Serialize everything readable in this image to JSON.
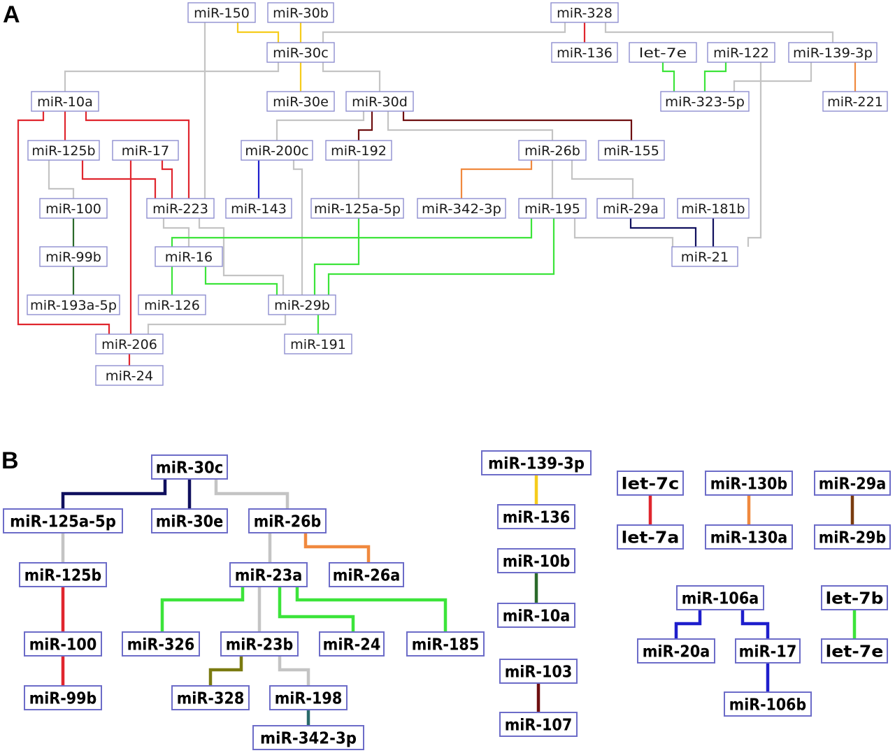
{
  "panels": [
    "A",
    "B"
  ],
  "colors": {
    "gray": "#c4c4c4",
    "yellow": "#f5cc1c",
    "red": "#e0262e",
    "orange": "#f0893e",
    "green": "#3ce43a",
    "darkgreen": "#2a6a2a",
    "darkred": "#6e0f10",
    "navy": "#10105e",
    "blue": "#1e1ecc",
    "olive": "#7a7a10",
    "teal": "#2a6a6a",
    "brown": "#7a3c10",
    "node_border": "#6c6cc8"
  },
  "panel_a": {
    "nodes": [
      {
        "id": "a_150",
        "label": "miR-150"
      },
      {
        "id": "a_30b",
        "label": "miR-30b"
      },
      {
        "id": "a_328",
        "label": "miR-328"
      },
      {
        "id": "a_30c",
        "label": "miR-30c"
      },
      {
        "id": "a_136",
        "label": "miR-136"
      },
      {
        "id": "a_let7e",
        "label": "let-7e"
      },
      {
        "id": "a_122",
        "label": "miR-122"
      },
      {
        "id": "a_139",
        "label": "miR-139-3p"
      },
      {
        "id": "a_10a",
        "label": "miR-10a"
      },
      {
        "id": "a_30e",
        "label": "miR-30e"
      },
      {
        "id": "a_30d",
        "label": "miR-30d"
      },
      {
        "id": "a_323",
        "label": "miR-323-5p"
      },
      {
        "id": "a_221",
        "label": "miR-221"
      },
      {
        "id": "a_125b",
        "label": "miR-125b"
      },
      {
        "id": "a_17",
        "label": "miR-17"
      },
      {
        "id": "a_200c",
        "label": "miR-200c"
      },
      {
        "id": "a_192",
        "label": "miR-192"
      },
      {
        "id": "a_26b",
        "label": "miR-26b"
      },
      {
        "id": "a_155",
        "label": "miR-155"
      },
      {
        "id": "a_100",
        "label": "miR-100"
      },
      {
        "id": "a_223",
        "label": "miR-223"
      },
      {
        "id": "a_143",
        "label": "miR-143"
      },
      {
        "id": "a_125a",
        "label": "miR-125a-5p"
      },
      {
        "id": "a_342",
        "label": "miR-342-3p"
      },
      {
        "id": "a_195",
        "label": "miR-195"
      },
      {
        "id": "a_29a",
        "label": "miR-29a"
      },
      {
        "id": "a_181b",
        "label": "miR-181b"
      },
      {
        "id": "a_99b",
        "label": "miR-99b"
      },
      {
        "id": "a_16",
        "label": "miR-16"
      },
      {
        "id": "a_21",
        "label": "miR-21"
      },
      {
        "id": "a_193a",
        "label": "miR-193a-5p"
      },
      {
        "id": "a_126",
        "label": "miR-126"
      },
      {
        "id": "a_29b",
        "label": "miR-29b"
      },
      {
        "id": "a_206",
        "label": "miR-206"
      },
      {
        "id": "a_191",
        "label": "miR-191"
      },
      {
        "id": "a_24",
        "label": "miR-24"
      }
    ],
    "edges": [
      {
        "from": "a_150",
        "to": "a_30c",
        "color": "yellow"
      },
      {
        "from": "a_30b",
        "to": "a_30c",
        "color": "yellow"
      },
      {
        "from": "a_30c",
        "to": "a_30e",
        "color": "yellow"
      },
      {
        "from": "a_30c",
        "to": "a_328",
        "color": "gray"
      },
      {
        "from": "a_30c",
        "to": "a_10a",
        "color": "gray"
      },
      {
        "from": "a_30c",
        "to": "a_30d",
        "color": "gray"
      },
      {
        "from": "a_328",
        "to": "a_136",
        "color": "red"
      },
      {
        "from": "a_328",
        "to": "a_139",
        "color": "gray"
      },
      {
        "from": "a_150",
        "to": "a_223",
        "color": "gray"
      },
      {
        "from": "a_let7e",
        "to": "a_323",
        "color": "green"
      },
      {
        "from": "a_122",
        "to": "a_323",
        "color": "green"
      },
      {
        "from": "a_139",
        "to": "a_323",
        "color": "gray"
      },
      {
        "from": "a_139",
        "to": "a_221",
        "color": "orange"
      },
      {
        "from": "a_122",
        "to": "a_21",
        "color": "gray"
      },
      {
        "from": "a_10a",
        "to": "a_125b",
        "color": "red"
      },
      {
        "from": "a_10a",
        "to": "a_206",
        "color": "red"
      },
      {
        "from": "a_10a",
        "to": "a_223",
        "color": "red"
      },
      {
        "from": "a_125b",
        "to": "a_223",
        "color": "red"
      },
      {
        "from": "a_17",
        "to": "a_223",
        "color": "red"
      },
      {
        "from": "a_17",
        "to": "a_206",
        "color": "red"
      },
      {
        "from": "a_206",
        "to": "a_24",
        "color": "red"
      },
      {
        "from": "a_125b",
        "to": "a_100",
        "color": "gray"
      },
      {
        "from": "a_100",
        "to": "a_99b",
        "color": "darkgreen"
      },
      {
        "from": "a_99b",
        "to": "a_193a",
        "color": "darkgreen"
      },
      {
        "from": "a_30d",
        "to": "a_192",
        "color": "darkred"
      },
      {
        "from": "a_30d",
        "to": "a_155",
        "color": "darkred"
      },
      {
        "from": "a_30d",
        "to": "a_200c",
        "color": "gray"
      },
      {
        "from": "a_30d",
        "to": "a_26b",
        "color": "gray"
      },
      {
        "from": "a_200c",
        "to": "a_143",
        "color": "blue"
      },
      {
        "from": "a_200c",
        "to": "a_29b",
        "color": "gray"
      },
      {
        "from": "a_192",
        "to": "a_125a",
        "color": "gray"
      },
      {
        "from": "a_26b",
        "to": "a_342",
        "color": "orange"
      },
      {
        "from": "a_26b",
        "to": "a_195",
        "color": "gray"
      },
      {
        "from": "a_26b",
        "to": "a_29a",
        "color": "gray"
      },
      {
        "from": "a_29a",
        "to": "a_21",
        "color": "navy"
      },
      {
        "from": "a_181b",
        "to": "a_21",
        "color": "navy"
      },
      {
        "from": "a_195",
        "to": "a_21",
        "color": "gray"
      },
      {
        "from": "a_223",
        "to": "a_16",
        "color": "gray"
      },
      {
        "from": "a_223",
        "to": "a_29b",
        "color": "gray"
      },
      {
        "from": "a_195",
        "to": "a_16",
        "color": "green"
      },
      {
        "from": "a_195",
        "to": "a_29b",
        "color": "green"
      },
      {
        "from": "a_125a",
        "to": "a_29b",
        "color": "green"
      },
      {
        "from": "a_16",
        "to": "a_126",
        "color": "green"
      },
      {
        "from": "a_16",
        "to": "a_29b",
        "color": "green"
      },
      {
        "from": "a_29b",
        "to": "a_191",
        "color": "green"
      },
      {
        "from": "a_29b",
        "to": "a_206",
        "color": "gray"
      }
    ]
  },
  "panel_b": {
    "nodes": [
      {
        "id": "b_30c",
        "label": "miR-30c"
      },
      {
        "id": "b_125a",
        "label": "miR-125a-5p"
      },
      {
        "id": "b_30e",
        "label": "miR-30e"
      },
      {
        "id": "b_26b",
        "label": "miR-26b"
      },
      {
        "id": "b_125b",
        "label": "miR-125b"
      },
      {
        "id": "b_23a",
        "label": "miR-23a"
      },
      {
        "id": "b_26a",
        "label": "miR-26a"
      },
      {
        "id": "b_100",
        "label": "miR-100"
      },
      {
        "id": "b_326",
        "label": "miR-326"
      },
      {
        "id": "b_23b",
        "label": "miR-23b"
      },
      {
        "id": "b_24",
        "label": "miR-24"
      },
      {
        "id": "b_185",
        "label": "miR-185"
      },
      {
        "id": "b_99b",
        "label": "miR-99b"
      },
      {
        "id": "b_328",
        "label": "miR-328"
      },
      {
        "id": "b_198",
        "label": "miR-198"
      },
      {
        "id": "b_342",
        "label": "miR-342-3p"
      },
      {
        "id": "b_139",
        "label": "miR-139-3p"
      },
      {
        "id": "b_136",
        "label": "miR-136"
      },
      {
        "id": "b_10b",
        "label": "miR-10b"
      },
      {
        "id": "b_10a",
        "label": "miR-10a"
      },
      {
        "id": "b_103",
        "label": "miR-103"
      },
      {
        "id": "b_107",
        "label": "miR-107"
      },
      {
        "id": "b_let7c",
        "label": "let-7c"
      },
      {
        "id": "b_let7a",
        "label": "let-7a"
      },
      {
        "id": "b_130b",
        "label": "miR-130b"
      },
      {
        "id": "b_130a",
        "label": "miR-130a"
      },
      {
        "id": "b_29a",
        "label": "miR-29a"
      },
      {
        "id": "b_29b",
        "label": "miR-29b"
      },
      {
        "id": "b_106a",
        "label": "miR-106a"
      },
      {
        "id": "b_20a",
        "label": "miR-20a"
      },
      {
        "id": "b_17",
        "label": "miR-17"
      },
      {
        "id": "b_106b",
        "label": "miR-106b"
      },
      {
        "id": "b_let7b",
        "label": "let-7b"
      },
      {
        "id": "b_let7e",
        "label": "let-7e"
      }
    ],
    "edges": [
      {
        "from": "b_30c",
        "to": "b_125a",
        "color": "navy"
      },
      {
        "from": "b_30c",
        "to": "b_30e",
        "color": "navy"
      },
      {
        "from": "b_30c",
        "to": "b_26b",
        "color": "gray"
      },
      {
        "from": "b_125a",
        "to": "b_125b",
        "color": "gray"
      },
      {
        "from": "b_125b",
        "to": "b_100",
        "color": "red"
      },
      {
        "from": "b_100",
        "to": "b_99b",
        "color": "red"
      },
      {
        "from": "b_26b",
        "to": "b_23a",
        "color": "gray"
      },
      {
        "from": "b_26b",
        "to": "b_26a",
        "color": "orange"
      },
      {
        "from": "b_23a",
        "to": "b_326",
        "color": "green"
      },
      {
        "from": "b_23a",
        "to": "b_23b",
        "color": "gray"
      },
      {
        "from": "b_23a",
        "to": "b_24",
        "color": "green"
      },
      {
        "from": "b_23a",
        "to": "b_185",
        "color": "green"
      },
      {
        "from": "b_23b",
        "to": "b_328",
        "color": "olive"
      },
      {
        "from": "b_23b",
        "to": "b_198",
        "color": "gray"
      },
      {
        "from": "b_198",
        "to": "b_342",
        "color": "teal"
      },
      {
        "from": "b_139",
        "to": "b_136",
        "color": "yellow"
      },
      {
        "from": "b_10b",
        "to": "b_10a",
        "color": "darkgreen"
      },
      {
        "from": "b_103",
        "to": "b_107",
        "color": "darkred"
      },
      {
        "from": "b_let7c",
        "to": "b_let7a",
        "color": "red"
      },
      {
        "from": "b_130b",
        "to": "b_130a",
        "color": "orange"
      },
      {
        "from": "b_29a",
        "to": "b_29b",
        "color": "brown"
      },
      {
        "from": "b_106a",
        "to": "b_20a",
        "color": "blue"
      },
      {
        "from": "b_106a",
        "to": "b_17",
        "color": "blue"
      },
      {
        "from": "b_17",
        "to": "b_106b",
        "color": "blue"
      },
      {
        "from": "b_let7b",
        "to": "b_let7e",
        "color": "green"
      }
    ]
  }
}
